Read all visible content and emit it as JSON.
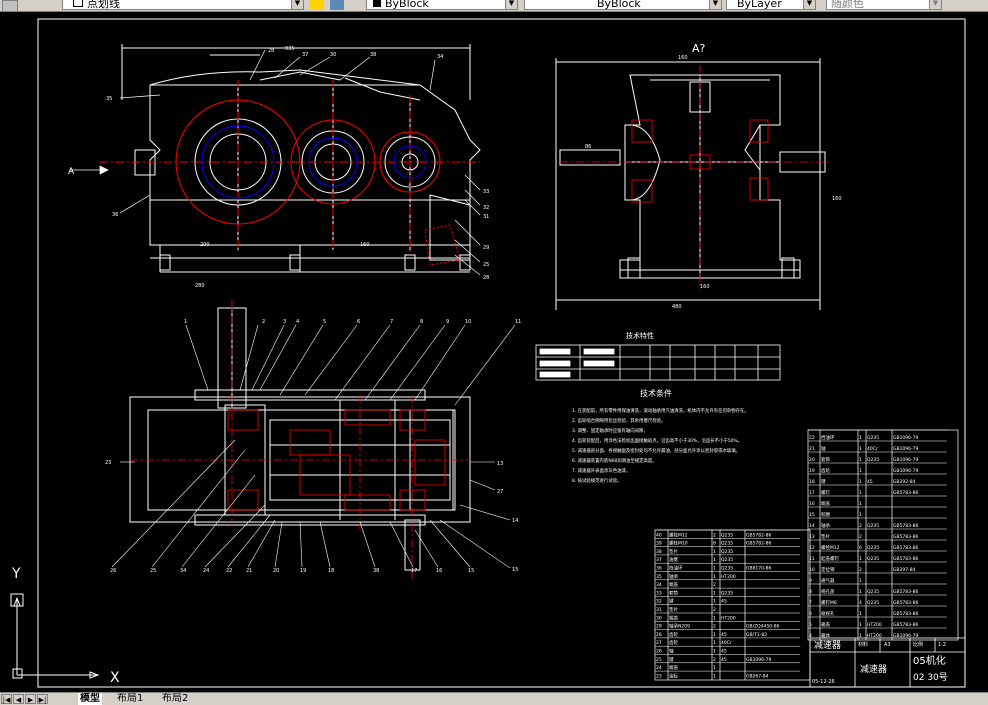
{
  "toolbar": {
    "linetype_combo": "点划线",
    "layer_color": "ByBlock",
    "linetype": "ByBlock",
    "lineweight": "ByLayer",
    "plotstyle": "随颜色"
  },
  "drawing": {
    "view_label_a_front": "A",
    "view_label_a_side": "A?",
    "tech_char_title": "技术特性",
    "tech_req_title": "技术条件",
    "tech_req_lines": [
      "1. 在装配前，所有零件用煤油清洗，滚动轴承用汽油清洗，机体内不允许有任何杂物存在。",
      "2. 齿轮啮合侧隙用铅丝检验，其余用塞尺检验。",
      "3. 调整、固定轴承时应留有轴向间隙。",
      "4. 齿轮装配后，用涂色法检验齿面接触斑点，沿齿高不小于30%，沿齿长不小于50%。",
      "5. 减速器剖分面、各接触面及密封处均不允许漏油，剖分面允许涂以密封胶或水玻璃。",
      "6. 减速器装置内装N68润滑油至规定高度。",
      "7. 减速器外表面涂灰色油漆。",
      "8. 按试验规范进行试验。"
    ],
    "title_block": {
      "name": "减速器",
      "name2": "减速器",
      "class": "05机化",
      "number": "02  30号",
      "scale_label": "比例",
      "scale": "1:2",
      "sheet": "A3",
      "date": "05-12-26",
      "material_label": "材料"
    },
    "parts_rows_left": [
      [
        "40",
        "螺栓M12",
        "2",
        "Q235",
        "GB5782-86"
      ],
      [
        "39",
        "螺栓M10",
        "8",
        "Q235",
        "GB5782-86"
      ],
      [
        "38",
        "垫片",
        "1",
        "Q235",
        ""
      ],
      [
        "37",
        "油塞",
        "1",
        "Q235",
        ""
      ],
      [
        "36",
        "挡油环",
        "1",
        "Q235",
        "GB6170-86"
      ],
      [
        "35",
        "轴承",
        "1",
        "HT200",
        ""
      ],
      [
        "34",
        "端盖",
        "2",
        "",
        ""
      ],
      [
        "33",
        "套筒",
        "1",
        "Q235",
        ""
      ],
      [
        "32",
        "键",
        "1",
        "45",
        ""
      ],
      [
        "31",
        "垫片",
        "2",
        "",
        ""
      ],
      [
        "30",
        "端盖",
        "1",
        "HT200",
        ""
      ],
      [
        "29",
        "轴承N209",
        "2",
        "",
        "GB/ZQ4450-86"
      ],
      [
        "28",
        "齿轮",
        "1",
        "45",
        "GB/T1-82"
      ],
      [
        "27",
        "齿轮",
        "1",
        "40Cr",
        ""
      ],
      [
        "26",
        "轴",
        "1",
        "45",
        ""
      ],
      [
        "25",
        "键",
        "2",
        "45",
        "GB1096-79"
      ],
      [
        "24",
        "端盖",
        "1",
        "",
        ""
      ],
      [
        "23",
        "油标",
        "1",
        "",
        "GB267-84"
      ]
    ],
    "parts_rows_right": [
      [
        "22",
        "挡油环",
        "1",
        "Q235",
        "GB1096-79"
      ],
      [
        "21",
        "轴",
        "1",
        "40Cr",
        "GB1096-79"
      ],
      [
        "20",
        "套筒",
        "1",
        "Q235",
        "GB1096-79"
      ],
      [
        "19",
        "齿轮",
        "1",
        "",
        "GB1096-79"
      ],
      [
        "18",
        "键",
        "1",
        "45",
        "GB292-84"
      ],
      [
        "17",
        "螺钉",
        "1",
        "",
        "GB5783-86"
      ],
      [
        "16",
        "端盖",
        "1",
        "",
        ""
      ],
      [
        "15",
        "毡圈",
        "1",
        "",
        ""
      ],
      [
        "14",
        "轴承",
        "2",
        "Q235",
        "GB5783-86"
      ],
      [
        "13",
        "垫片",
        "2",
        "",
        "GB5783-86"
      ],
      [
        "12",
        "螺栓M12",
        "6",
        "Q235",
        "GB5783-86"
      ],
      [
        "11",
        "起盖螺钉",
        "1",
        "Q235",
        "GB5783-86"
      ],
      [
        "10",
        "定位销",
        "2",
        "",
        "GB297-84"
      ],
      [
        "9",
        "通气器",
        "1",
        "",
        ""
      ],
      [
        "8",
        "视孔盖",
        "1",
        "Q235",
        "GB5783-86"
      ],
      [
        "7",
        "螺钉M6",
        "4",
        "Q235",
        "GB5783-86"
      ],
      [
        "6",
        "窥视孔",
        "1",
        "",
        "GB5783-86"
      ],
      [
        "5",
        "箱盖",
        "1",
        "HT200",
        "GB5783-86"
      ],
      [
        "4",
        "箱体",
        "1",
        "HT200",
        "GB1096-79"
      ]
    ],
    "colors": {
      "outline": "#ffffff",
      "center": "#ff0000",
      "hidden": "#0000ff",
      "hatch": "#ff0000",
      "leader": "#ffffff"
    }
  },
  "ucs": {
    "y": "Y",
    "x": "X"
  },
  "tabs": [
    "模型",
    "布局1",
    "布局2"
  ]
}
